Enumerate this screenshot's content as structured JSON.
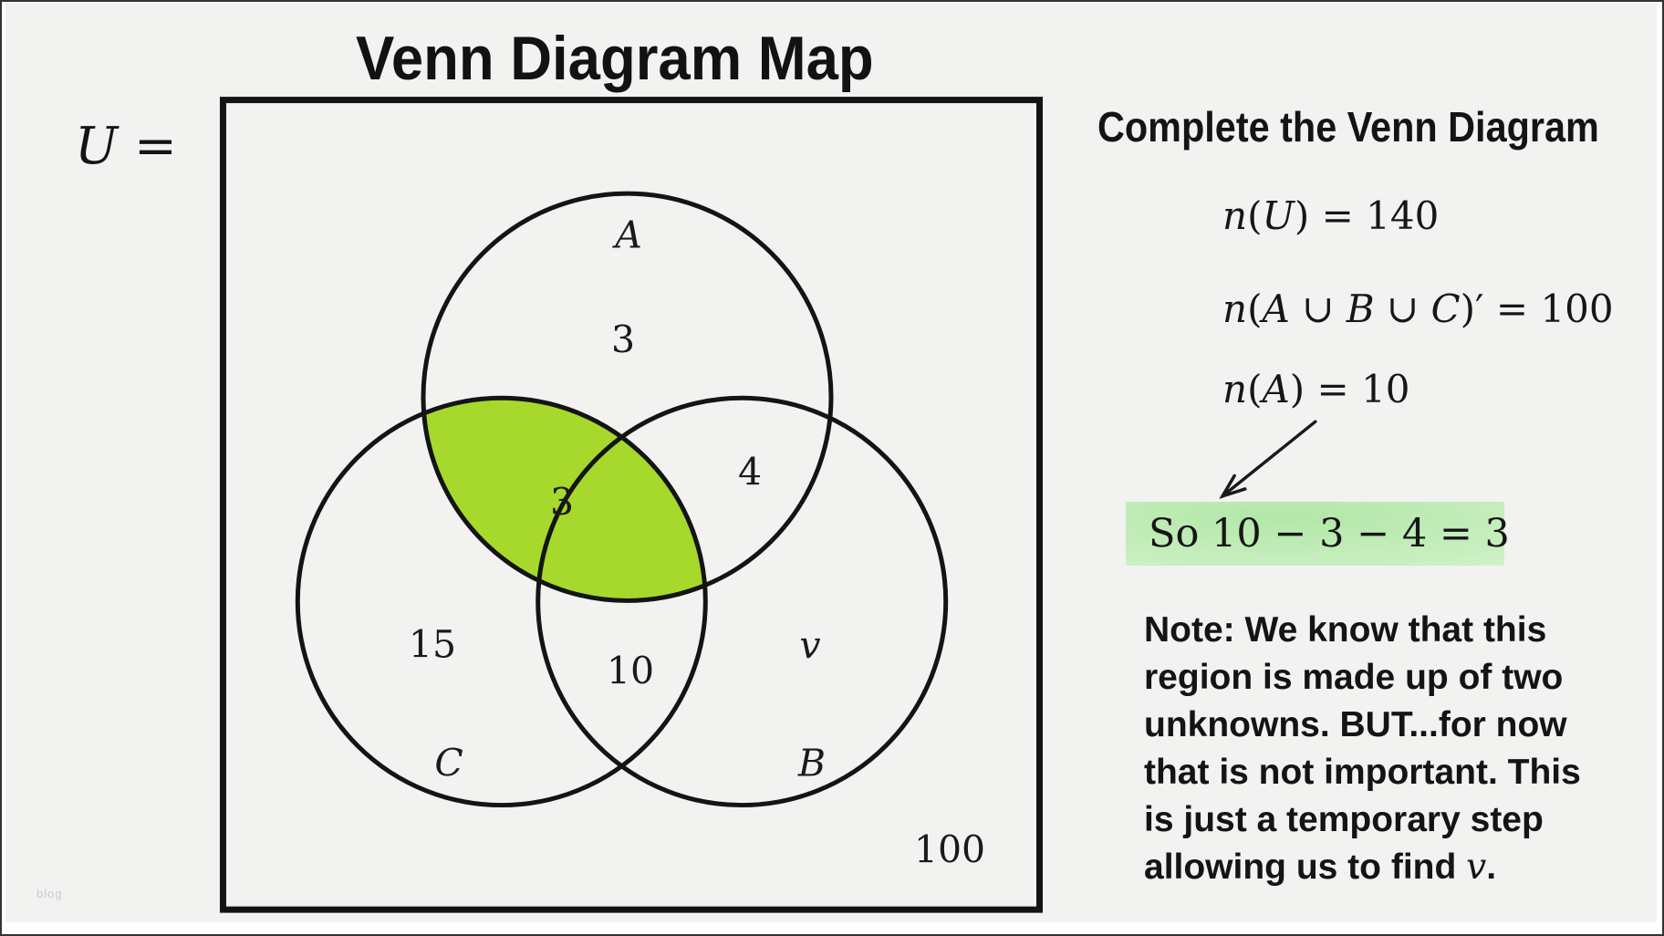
{
  "page": {
    "title": "Venn Diagram Map",
    "universe_label": "*U* =",
    "watermark": "blog"
  },
  "venn": {
    "set_a_label": "A",
    "set_b_label": "B",
    "set_c_label": "C",
    "regions": {
      "a_only": "3",
      "a_and_b": "4",
      "a_and_c": "3",
      "b_and_c": "10",
      "c_only": "15",
      "b_only": "v",
      "outside": "100"
    },
    "highlight_fill": "#a7d82c"
  },
  "panel": {
    "heading": "Complete the Venn Diagram",
    "equations": [
      "*n*(*U*) = 140",
      "*n*(*A* ∪ *B* ∪ *C*)′ = 100",
      "*n*(*A*) = 10"
    ],
    "conclusion": "So 10 − 3 − 4 = 3",
    "note_lines": [
      "Note: We know that this",
      "region is made up of two",
      "unknowns. BUT...for now",
      "that is not important. This",
      "is just a temporary step",
      "allowing us to find *v*."
    ]
  }
}
